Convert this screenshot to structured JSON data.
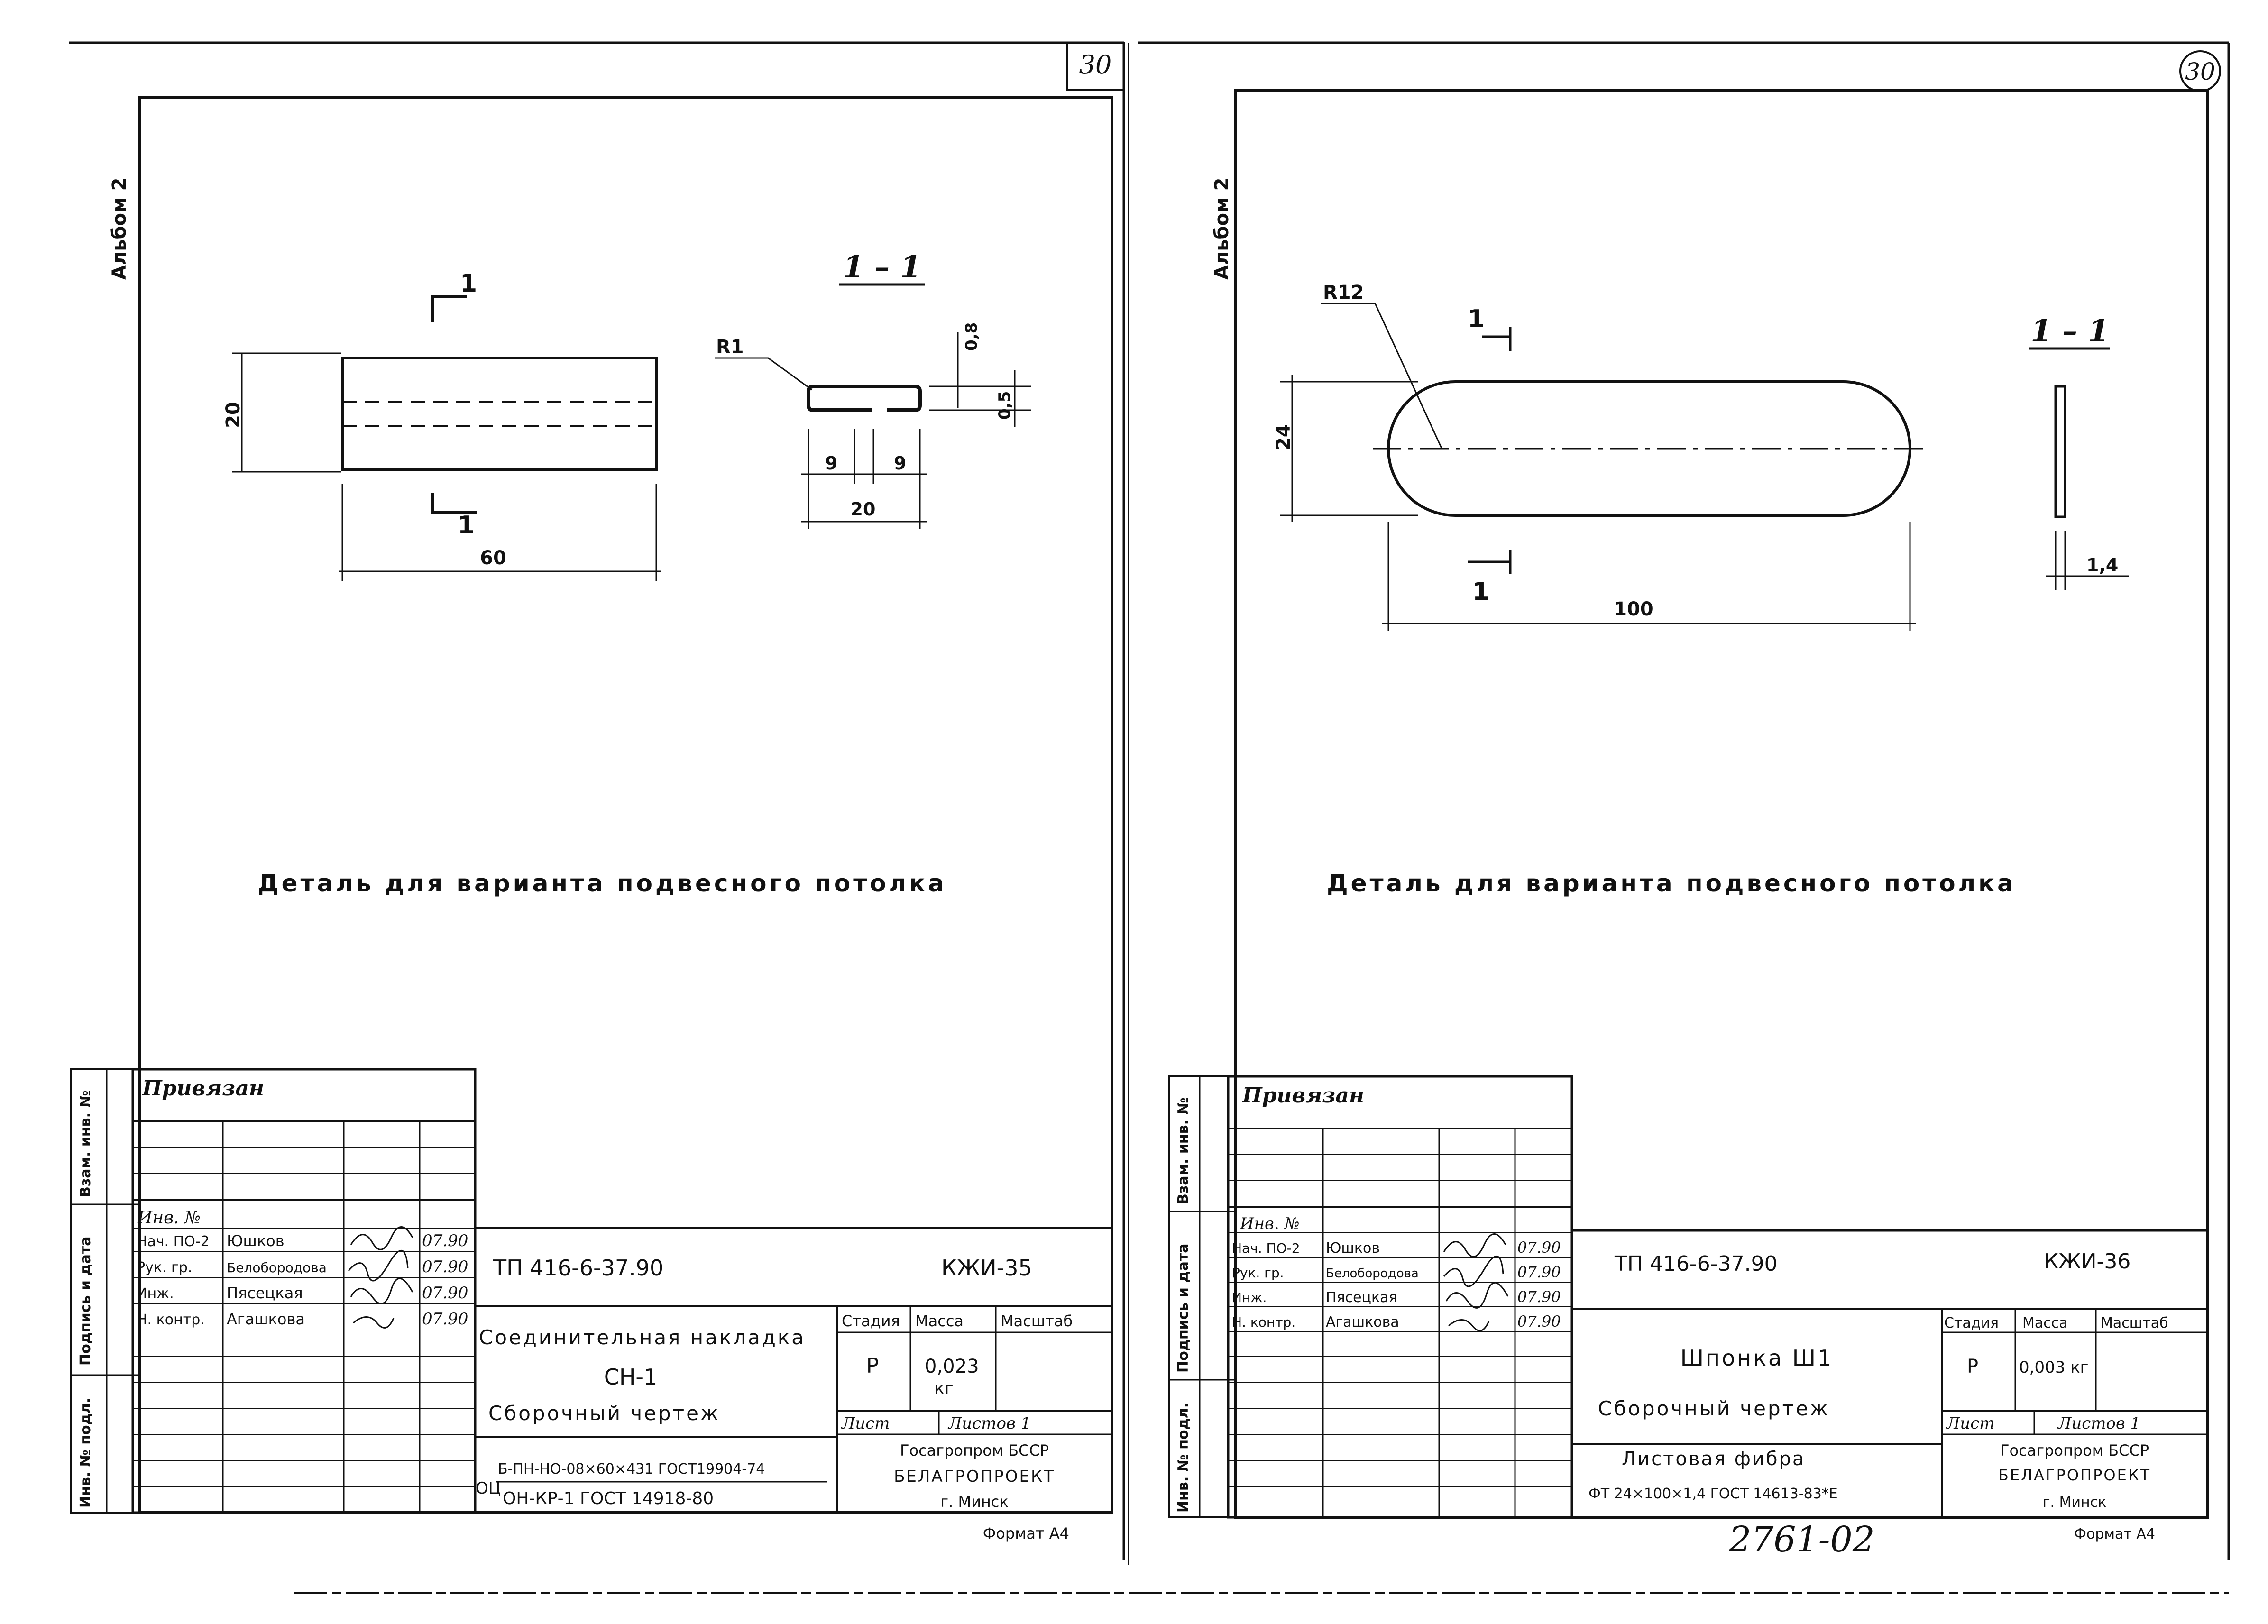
{
  "left_sheet": {
    "page_number": "30",
    "album": "Альбом 2",
    "section_label": "1 – 1",
    "cut_mark": "1",
    "radius_label": "R1",
    "dims": {
      "height": "20",
      "length": "60",
      "flange_a": "9",
      "flange_b": "9",
      "width": "20",
      "t1": "0,8",
      "t2": "0,5"
    },
    "caption": "Деталь для варианта подвесного потолка",
    "side_labels": [
      "Взам. инв. №",
      "Подпись и дата",
      "Инв. № подл."
    ],
    "title_block": {
      "privyazan": "Привязан",
      "inv_no": "Инв. №",
      "rows": [
        {
          "role": "Нач. ПО-2",
          "name": "Юшков",
          "date": "07.90"
        },
        {
          "role": "Рук. гр.",
          "name": "Белобородова",
          "date": "07.90"
        },
        {
          "role": "Инж.",
          "name": "Пясецкая",
          "date": "07.90"
        },
        {
          "role": "Н. контр.",
          "name": "Агашкова",
          "date": "07.90"
        }
      ],
      "doc_code": "ТП 416-6-37.90",
      "sheet_code": "КЖИ-35",
      "name_line1": "Соединительная накладка",
      "name_line2": "СН-1",
      "name_line3": "Сборочный чертеж",
      "material_prefix": "ОЦ",
      "material_line1": "Б-ПН-НО-08×60×431 ГОСТ19904-74",
      "material_line2": "ОН-КР-1 ГОСТ 14918-80",
      "stage_hdr": "Стадия",
      "mass_hdr": "Масса",
      "scale_hdr": "Масштаб",
      "stage": "Р",
      "mass": "0,023",
      "mass_unit": "кг",
      "sheet_hdr": "Лист",
      "sheets_hdr": "Листов 1",
      "org1": "Госагропром БССР",
      "org2": "БЕЛАГРОПРОЕКТ",
      "org3": "г. Минск",
      "format": "Формат А4"
    }
  },
  "right_sheet": {
    "page_number": "30",
    "album": "Альбом 2",
    "section_label": "1 – 1",
    "cut_mark": "1",
    "radius_label": "R12",
    "dims": {
      "height": "24",
      "length": "100",
      "thickness": "1,4"
    },
    "caption": "Деталь для варианта подвесного потолка",
    "side_labels": [
      "Взам. инв. №",
      "Подпись и дата",
      "Инв. № подл."
    ],
    "title_block": {
      "privyazan": "Привязан",
      "inv_no": "Инв. №",
      "rows": [
        {
          "role": "Нач. ПО-2",
          "name": "Юшков",
          "date": "07.90"
        },
        {
          "role": "Рук. гр.",
          "name": "Белобородова",
          "date": "07.90"
        },
        {
          "role": "Инж.",
          "name": "Пясецкая",
          "date": "07.90"
        },
        {
          "role": "Н. контр.",
          "name": "Агашкова",
          "date": "07.90"
        }
      ],
      "doc_code": "ТП 416-6-37.90",
      "sheet_code": "КЖИ-36",
      "name_line1": "Шпонка Ш1",
      "name_line3": "Сборочный чертеж",
      "material_line1": "Листовая фибра",
      "material_line2": "ФТ 24×100×1,4 ГОСТ 14613-83*Е",
      "stage_hdr": "Стадия",
      "mass_hdr": "Масса",
      "scale_hdr": "Масштаб",
      "stage": "Р",
      "mass": "0,003 кг",
      "sheet_hdr": "Лист",
      "sheets_hdr": "Листов 1",
      "org1": "Госагропром БССР",
      "org2": "БЕЛАГРОПРОЕКТ",
      "org3": "г. Минск",
      "format": "Формат А4"
    }
  },
  "archive_number": "2761-02"
}
